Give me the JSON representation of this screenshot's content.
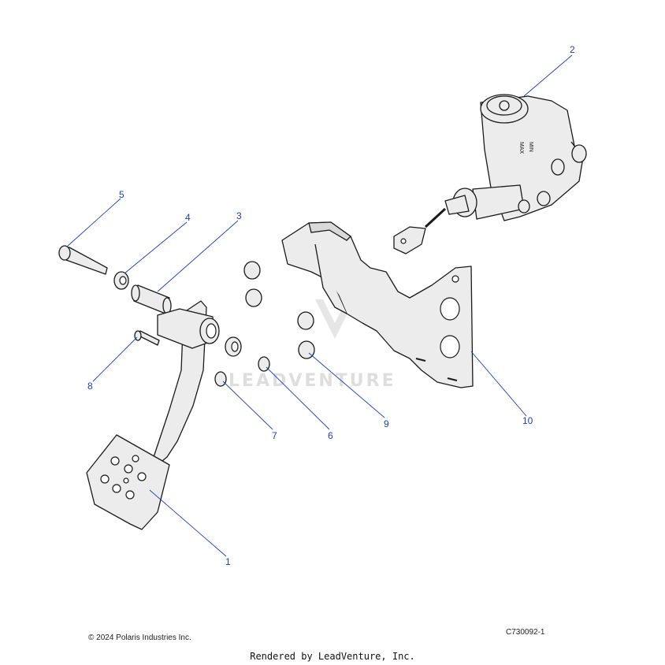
{
  "callouts": [
    {
      "id": "1",
      "label": "1"
    },
    {
      "id": "2",
      "label": "2"
    },
    {
      "id": "3",
      "label": "3"
    },
    {
      "id": "4",
      "label": "4"
    },
    {
      "id": "5",
      "label": "5"
    },
    {
      "id": "6",
      "label": "6"
    },
    {
      "id": "7",
      "label": "7"
    },
    {
      "id": "8",
      "label": "8"
    },
    {
      "id": "9",
      "label": "9"
    },
    {
      "id": "10",
      "label": "10"
    }
  ],
  "watermark": "LEADVENTURE",
  "footer": {
    "copyright": "© 2024 Polaris Industries Inc.",
    "diagram_code": "C730092-1",
    "rendered_by": "Rendered by LeadVenture, Inc."
  },
  "reservoir_labels": {
    "max": "MAX",
    "min": "MIN"
  },
  "colors": {
    "callout": "#1a3fbf",
    "line": "#1a1a1a",
    "part_fill": "#ececec"
  }
}
